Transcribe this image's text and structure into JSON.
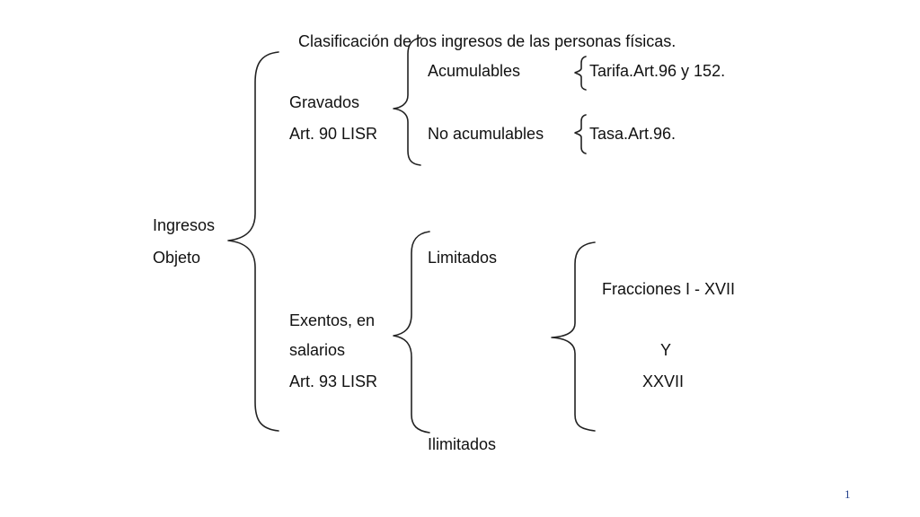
{
  "title": "Clasificación de los ingresos de las personas físicas.",
  "root": {
    "line1": "Ingresos",
    "line2": "Objeto"
  },
  "gravados": {
    "line1": "Gravados",
    "line2": "Art. 90 LISR",
    "acumulables": {
      "label": "Acumulables",
      "detail": "Tarifa.Art.96 y 152."
    },
    "no_acumulables": {
      "label": "No acumulables",
      "detail": "Tasa.Art.96."
    }
  },
  "exentos": {
    "line1": "Exentos, en",
    "line2": "salarios",
    "line3": "Art. 93 LISR",
    "limitados": "Limitados",
    "ilimitados": "Ilimitados",
    "fracciones": {
      "line1": "Fracciones I - XVII",
      "line2": "Y",
      "line3": "XXVII"
    }
  },
  "page_number": "1",
  "colors": {
    "text": "#111111",
    "lines": "#222222",
    "page_number": "#1f3d8a"
  }
}
